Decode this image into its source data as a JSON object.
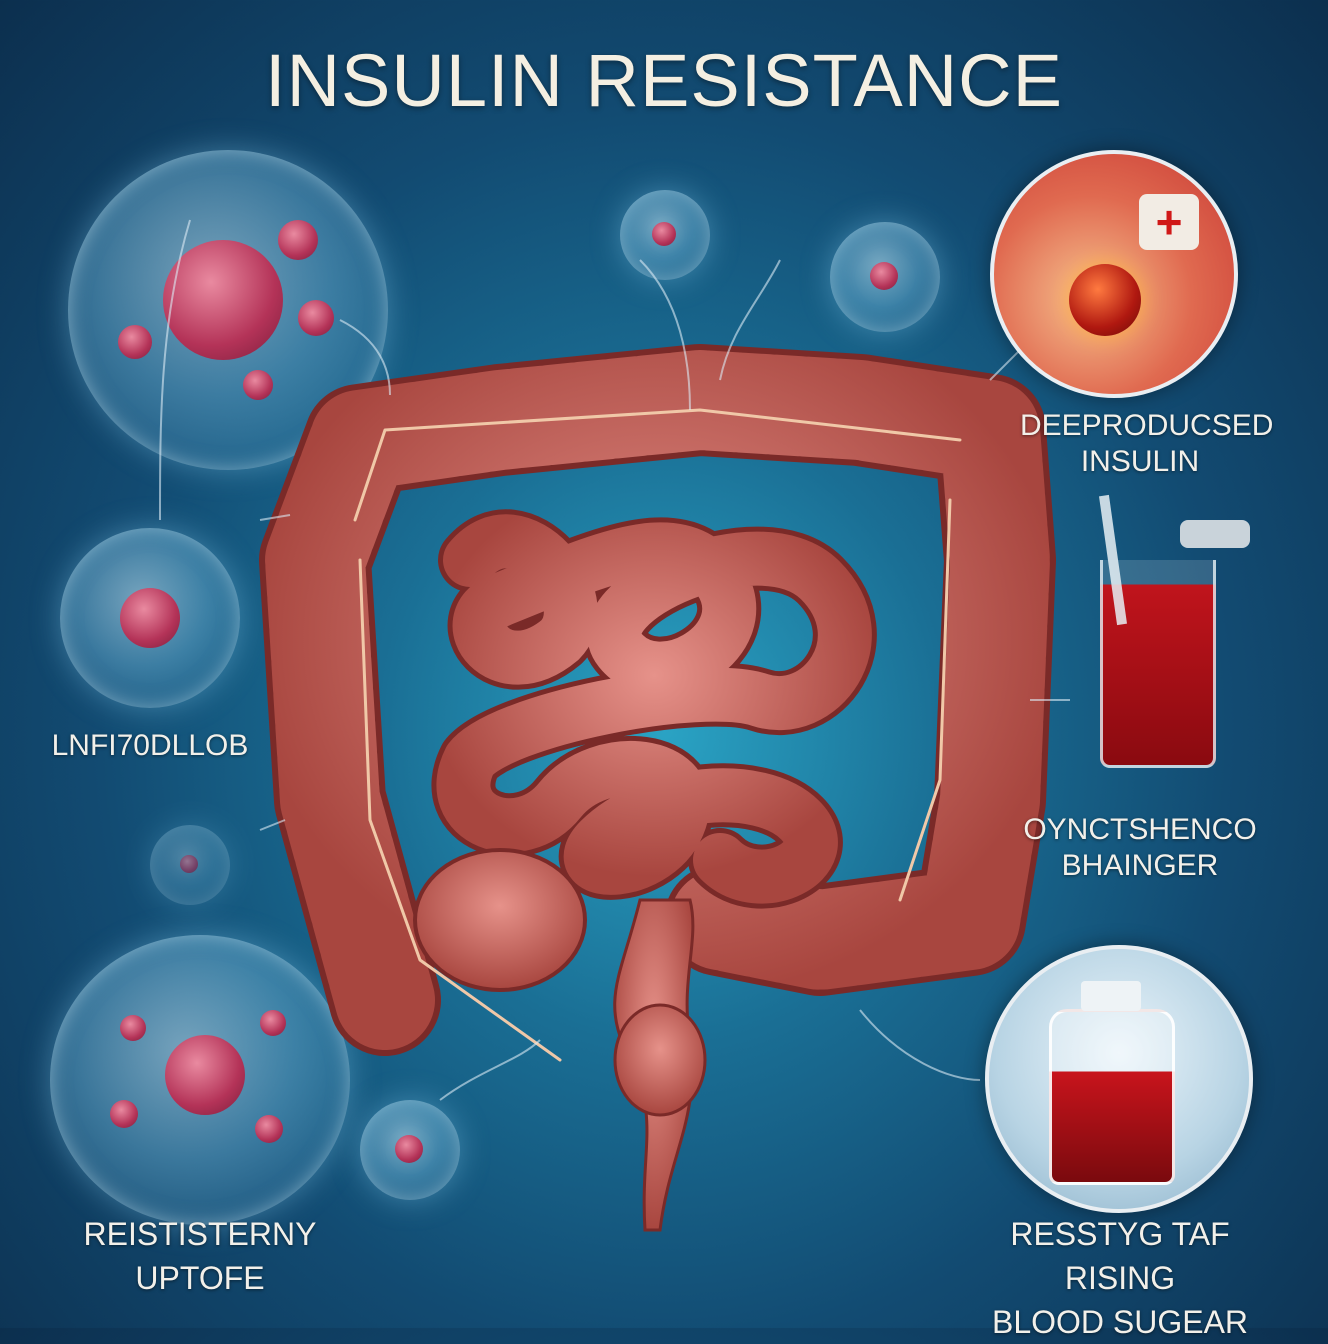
{
  "title": "INSULIN RESISTANCE",
  "labels": {
    "top_right": [
      "DEEPRODUCSED",
      "INSULIN"
    ],
    "mid_right": [
      "OYNCTSHENCO",
      "BHAINGER"
    ],
    "bottom_right": [
      "RESSTYG TAF RISING",
      "BLOOD SUGEAR"
    ],
    "mid_left": "LNFI70DLLOB",
    "bottom_left": [
      "REISTISTERNY",
      "UPTOFE"
    ]
  },
  "icons": [
    "cell-icon",
    "intestine-illustration",
    "pancreas-flame-icon",
    "red-cross-icon",
    "glass-with-tubes-icon",
    "blood-bottle-icon"
  ],
  "colors": {
    "background": "#124b72",
    "intestine": "#c8675e",
    "blood": "#c0141c"
  }
}
